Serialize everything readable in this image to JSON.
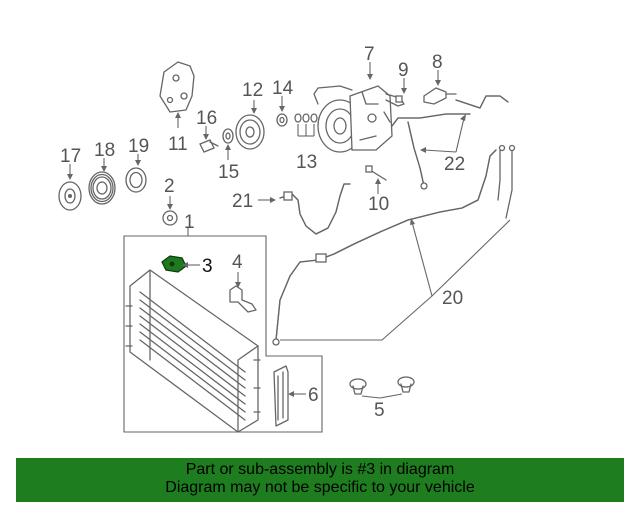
{
  "callouts": {
    "c1": "1",
    "c2": "2",
    "c3": "3",
    "c4": "4",
    "c5": "5",
    "c6": "6",
    "c7": "7",
    "c8": "8",
    "c9": "9",
    "c10": "10",
    "c11": "11",
    "c12": "12",
    "c13": "13",
    "c14": "14",
    "c15": "15",
    "c16": "16",
    "c17": "17",
    "c18": "18",
    "c19": "19",
    "c20": "20",
    "c21": "21",
    "c22": "22"
  },
  "highlighted_part": "3",
  "colors": {
    "highlight": "#1f7a1f",
    "banner": "#1e7d1e",
    "line": "#666666"
  },
  "banner": {
    "line1": "Part or sub-assembly is #3 in diagram",
    "line2": "Diagram may not be specific to your vehicle"
  }
}
